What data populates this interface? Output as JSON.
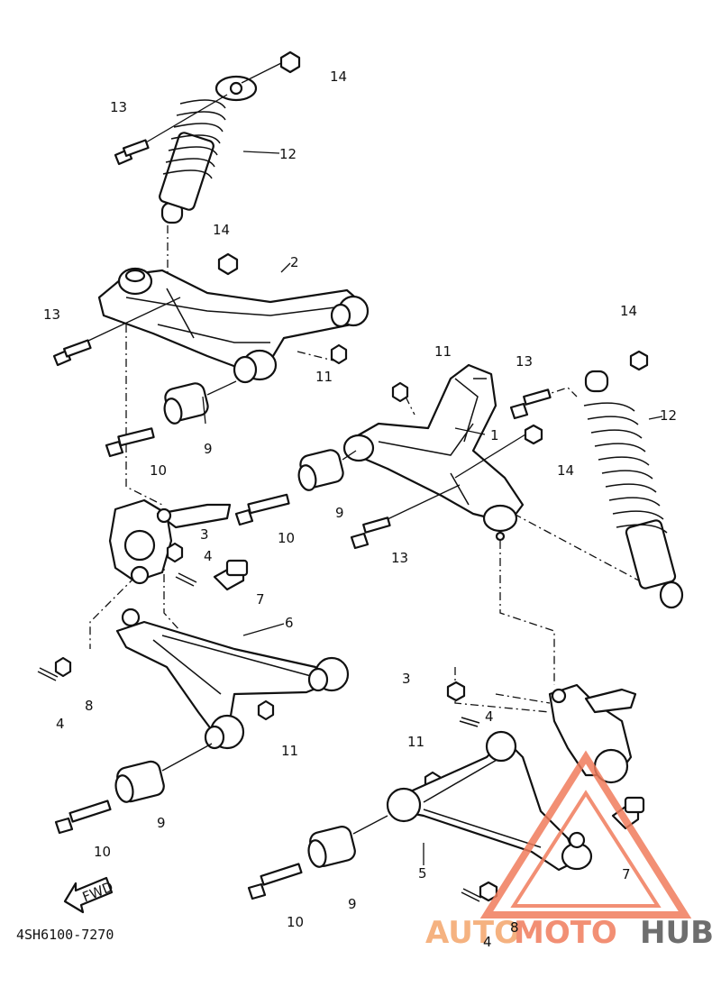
{
  "diagram_code": "4SH6100-7270",
  "fwd_label": "FWD",
  "watermark": {
    "part1": "AUTO",
    "part2": "MOTO",
    "part3": "HUB",
    "accent": "#f07c5c",
    "accent2": "#f4a56b",
    "dark": "#555555"
  },
  "callouts": [
    {
      "id": "c14a",
      "text": "14"
    },
    {
      "id": "c13a",
      "text": "13"
    },
    {
      "id": "c12a",
      "text": "12"
    },
    {
      "id": "c14b",
      "text": "14"
    },
    {
      "id": "c2",
      "text": "2"
    },
    {
      "id": "c13b",
      "text": "13"
    },
    {
      "id": "c11a",
      "text": "11"
    },
    {
      "id": "c9a",
      "text": "9"
    },
    {
      "id": "c10a",
      "text": "10"
    },
    {
      "id": "c11b",
      "text": "11"
    },
    {
      "id": "c1",
      "text": "1"
    },
    {
      "id": "c13c",
      "text": "13"
    },
    {
      "id": "c14c",
      "text": "14"
    },
    {
      "id": "c14d",
      "text": "14"
    },
    {
      "id": "c12b",
      "text": "12"
    },
    {
      "id": "c9b",
      "text": "9"
    },
    {
      "id": "c10b",
      "text": "10"
    },
    {
      "id": "c13d",
      "text": "13"
    },
    {
      "id": "c3a",
      "text": "3"
    },
    {
      "id": "c4a",
      "text": "4"
    },
    {
      "id": "c7a",
      "text": "7"
    },
    {
      "id": "c6",
      "text": "6"
    },
    {
      "id": "c8a",
      "text": "8"
    },
    {
      "id": "c4b",
      "text": "4"
    },
    {
      "id": "c11c",
      "text": "11"
    },
    {
      "id": "c9c",
      "text": "9"
    },
    {
      "id": "c10c",
      "text": "10"
    },
    {
      "id": "c3b",
      "text": "3"
    },
    {
      "id": "c4c",
      "text": "4"
    },
    {
      "id": "c11d",
      "text": "11"
    },
    {
      "id": "c5",
      "text": "5"
    },
    {
      "id": "c7b",
      "text": "7"
    },
    {
      "id": "c9d",
      "text": "9"
    },
    {
      "id": "c10d",
      "text": "10"
    },
    {
      "id": "c8b",
      "text": "8"
    },
    {
      "id": "c4d",
      "text": "4"
    }
  ]
}
